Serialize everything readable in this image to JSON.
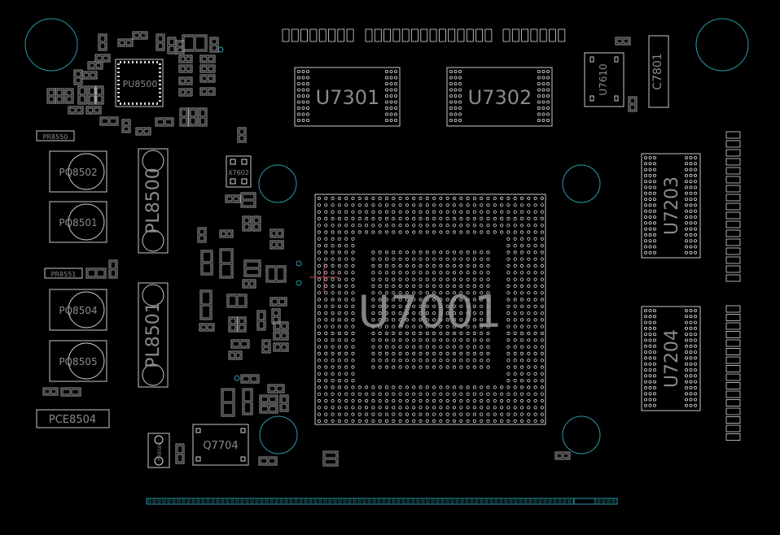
{
  "colors": {
    "background": "#000000",
    "silkscreen": "#c8c8c8",
    "silk_text": "#8a8a8a",
    "pad": "#d9d9d9",
    "hole": "#2a9aa8",
    "cursor": "#c04a4a"
  },
  "labels": {
    "pu8500": "PU8500",
    "u7301": "U7301",
    "u7302": "U7302",
    "u7610": "U7610",
    "c7801": "C7801",
    "pr8550": "PR8550",
    "pq8502": "PQ8502",
    "pq8501": "PQ8501",
    "pr8551": "PR8551",
    "pq8504": "PQ8504",
    "pq8505": "PQ8505",
    "pce8504": "PCE8504",
    "pl8500": "PL8500",
    "pl8501": "PL8501",
    "x7602": "X7602",
    "u7001": "U7001",
    "u7203": "U7203",
    "u7204": "U7204",
    "q7704": "Q7704",
    "pr8500": "PR8500"
  },
  "icons": {
    "cursor": "crosshair-icon"
  }
}
